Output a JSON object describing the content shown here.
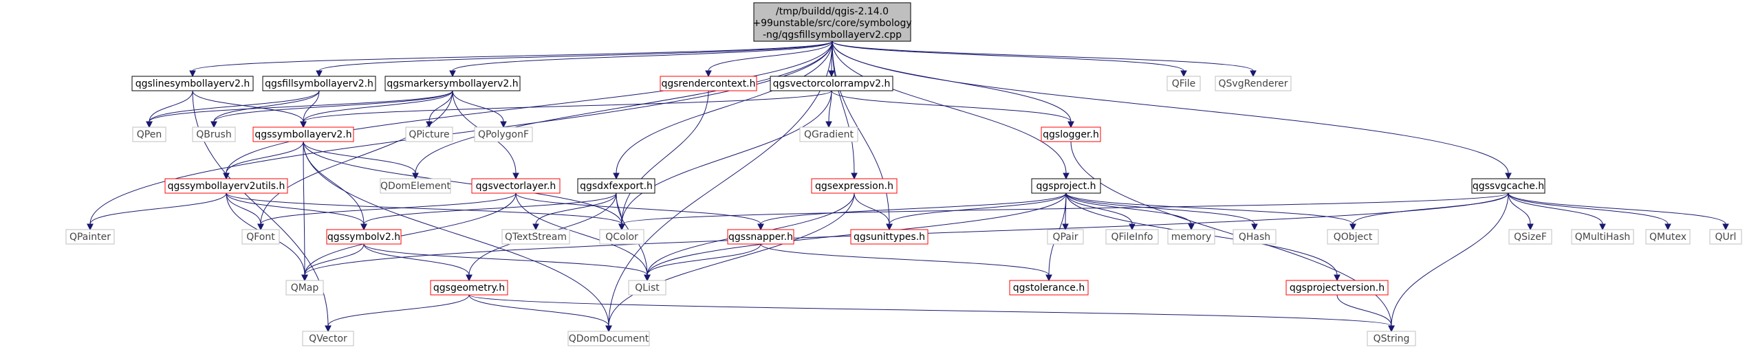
{
  "root": {
    "lines": [
      "/tmp/buildd/qgis-2.14.0",
      "+99unstable/src/core/symbology",
      "-ng/qgsfillsymbollayerv2.cpp"
    ]
  },
  "nodes": {
    "qgslinesymbollayerv2": "qgslinesymbollayerv2.h",
    "qgsfillsymbollayerv2": "qgsfillsymbollayerv2.h",
    "qgsmarkersymbollayerv2": "qgsmarkersymbollayerv2.h",
    "qgsrendercontext": "qgsrendercontext.h",
    "qgsvectorcolorrampv2": "qgsvectorcolorrampv2.h",
    "QFile": "QFile",
    "QSvgRenderer": "QSvgRenderer",
    "QPen": "QPen",
    "QBrush": "QBrush",
    "qgssymbollayerv2": "qgssymbollayerv2.h",
    "QPicture": "QPicture",
    "QPolygonF": "QPolygonF",
    "QGradient": "QGradient",
    "qgslogger": "qgslogger.h",
    "QDomElement": "QDomElement",
    "qgssymbollayerv2utils": "qgssymbollayerv2utils.h",
    "qgsvectorlayer": "qgsvectorlayer.h",
    "qgsdxfexport": "qgsdxfexport.h",
    "qgsexpression": "qgsexpression.h",
    "qgsproject": "qgsproject.h",
    "qgssvgcache": "qgssvgcache.h",
    "QPainter": "QPainter",
    "QFont": "QFont",
    "qgssymbolv2": "qgssymbolv2.h",
    "QTextStream": "QTextStream",
    "QColor": "QColor",
    "qgssnapper": "qgssnapper.h",
    "qgsunittypes": "qgsunittypes.h",
    "QPair": "QPair",
    "QFileInfo": "QFileInfo",
    "memory": "memory",
    "QHash": "QHash",
    "QObject": "QObject",
    "QSizeF": "QSizeF",
    "QMultiHash": "QMultiHash",
    "QMutex": "QMutex",
    "QUrl": "QUrl",
    "QMap": "QMap",
    "QList": "QList",
    "qgsgeometry": "qgsgeometry.h",
    "qgstolerance": "qgstolerance.h",
    "qgsprojectversion": "qgsprojectversion.h",
    "QVector": "QVector",
    "QDomDocument": "QDomDocument",
    "QString": "QString"
  },
  "edges": [
    [
      "root",
      "qgslinesymbollayerv2"
    ],
    [
      "root",
      "qgsfillsymbollayerv2"
    ],
    [
      "root",
      "qgsmarkersymbollayerv2"
    ],
    [
      "root",
      "qgsrendercontext"
    ],
    [
      "root",
      "qgsvectorcolorrampv2"
    ],
    [
      "root",
      "QFile"
    ],
    [
      "root",
      "QSvgRenderer"
    ],
    [
      "root",
      "QPainter"
    ],
    [
      "root",
      "qgssymbollayerv2utils"
    ],
    [
      "root",
      "QDomElement"
    ],
    [
      "root",
      "qgsdxfexport"
    ],
    [
      "root",
      "qgsexpression"
    ],
    [
      "root",
      "qgsunittypes"
    ],
    [
      "root",
      "QDomDocument"
    ],
    [
      "root",
      "qgsproject"
    ],
    [
      "root",
      "qgslogger"
    ],
    [
      "root",
      "qgssvgcache"
    ],
    [
      "qgslinesymbollayerv2",
      "QPen"
    ],
    [
      "qgslinesymbollayerv2",
      "qgssymbollayerv2"
    ],
    [
      "qgslinesymbollayerv2",
      "QVector"
    ],
    [
      "qgsfillsymbollayerv2",
      "QPen"
    ],
    [
      "qgsfillsymbollayerv2",
      "QBrush"
    ],
    [
      "qgsfillsymbollayerv2",
      "qgssymbollayerv2"
    ],
    [
      "qgsmarkersymbollayerv2",
      "QPen"
    ],
    [
      "qgsmarkersymbollayerv2",
      "QBrush"
    ],
    [
      "qgsmarkersymbollayerv2",
      "qgssymbollayerv2"
    ],
    [
      "qgsmarkersymbollayerv2",
      "QPicture"
    ],
    [
      "qgsmarkersymbollayerv2",
      "QPolygonF"
    ],
    [
      "qgsmarkersymbollayerv2",
      "QFont"
    ],
    [
      "qgsmarkersymbollayerv2",
      "qgsvectorlayer"
    ],
    [
      "qgsrendercontext",
      "QColor"
    ],
    [
      "qgsvectorcolorrampv2",
      "qgssymbollayerv2"
    ],
    [
      "qgsvectorcolorrampv2",
      "QGradient"
    ],
    [
      "qgsvectorcolorrampv2",
      "qgslogger"
    ],
    [
      "qgsvectorcolorrampv2",
      "QColor"
    ],
    [
      "qgslogger",
      "QString"
    ],
    [
      "qgssymbollayerv2",
      "QDomElement"
    ],
    [
      "qgssymbollayerv2",
      "qgssymbollayerv2utils"
    ],
    [
      "qgssymbollayerv2",
      "qgssymbolv2"
    ],
    [
      "qgssymbollayerv2",
      "QMap"
    ],
    [
      "qgssymbollayerv2",
      "QDomDocument"
    ],
    [
      "qgssymbollayerv2",
      "QColor"
    ],
    [
      "qgssymbollayerv2utils",
      "QPainter"
    ],
    [
      "qgssymbollayerv2utils",
      "QFont"
    ],
    [
      "qgssymbollayerv2utils",
      "qgssymbolv2"
    ],
    [
      "qgssymbollayerv2utils",
      "QMap"
    ],
    [
      "qgssymbollayerv2utils",
      "QColor"
    ],
    [
      "qgsvectorlayer",
      "QFont"
    ],
    [
      "qgsvectorlayer",
      "QMap"
    ],
    [
      "qgsvectorlayer",
      "qgssnapper"
    ],
    [
      "qgsvectorlayer",
      "QList"
    ],
    [
      "qgsdxfexport",
      "QColor"
    ],
    [
      "qgsdxfexport",
      "QTextStream"
    ],
    [
      "qgsdxfexport",
      "qgssymbolv2"
    ],
    [
      "qgsdxfexport",
      "QList"
    ],
    [
      "qgsdxfexport",
      "qgsgeometry"
    ],
    [
      "qgsexpression",
      "qgsunittypes"
    ],
    [
      "qgsexpression",
      "QList"
    ],
    [
      "qgsexpression",
      "QDomDocument"
    ],
    [
      "qgsproject",
      "qgssnapper"
    ],
    [
      "qgsproject",
      "qgsunittypes"
    ],
    [
      "qgsproject",
      "QPair"
    ],
    [
      "qgsproject",
      "QFileInfo"
    ],
    [
      "qgsproject",
      "memory"
    ],
    [
      "qgsproject",
      "QHash"
    ],
    [
      "qgsproject",
      "QObject"
    ],
    [
      "qgsproject",
      "QList"
    ],
    [
      "qgsproject",
      "qgstolerance"
    ],
    [
      "qgsproject",
      "qgsprojectversion"
    ],
    [
      "qgssvgcache",
      "QColor"
    ],
    [
      "qgssvgcache",
      "QObject"
    ],
    [
      "qgssvgcache",
      "QSizeF"
    ],
    [
      "qgssvgcache",
      "QMultiHash"
    ],
    [
      "qgssvgcache",
      "QMutex"
    ],
    [
      "qgssvgcache",
      "QUrl"
    ],
    [
      "qgssvgcache",
      "QMap"
    ],
    [
      "qgssvgcache",
      "QString"
    ],
    [
      "qgssymbolv2",
      "QMap"
    ],
    [
      "qgssymbolv2",
      "QList"
    ],
    [
      "qgssymbolv2",
      "qgsgeometry"
    ],
    [
      "qgssnapper",
      "QList"
    ],
    [
      "qgssnapper",
      "qgstolerance"
    ],
    [
      "qgsgeometry",
      "QVector"
    ],
    [
      "qgsgeometry",
      "QDomDocument"
    ],
    [
      "qgsgeometry",
      "QString"
    ],
    [
      "qgsprojectversion",
      "QString"
    ]
  ]
}
